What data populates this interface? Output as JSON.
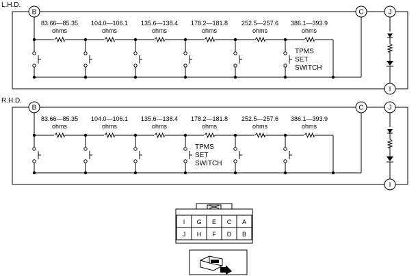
{
  "diagram": {
    "sections": [
      {
        "label": "L.H.D.",
        "switch_index": 5,
        "switch_label": [
          "TPMS",
          "SET",
          "SWITCH"
        ]
      },
      {
        "label": "R.H.D.",
        "switch_index": 3,
        "switch_label": [
          "TPMS",
          "SET",
          "SWITCH"
        ]
      }
    ],
    "resistors": [
      {
        "range": "83.66—85.35",
        "unit": "ohms"
      },
      {
        "range": "104.0—106.1",
        "unit": "ohms"
      },
      {
        "range": "135.6—138.4",
        "unit": "ohms"
      },
      {
        "range": "178.2—181.8",
        "unit": "ohms"
      },
      {
        "range": "252.5—257.6",
        "unit": "ohms"
      },
      {
        "range": "386.1—393.9",
        "unit": "ohms"
      }
    ],
    "nodes": {
      "b": "B",
      "c": "C",
      "j": "J",
      "i": "I"
    },
    "connector": {
      "row1": [
        "I",
        "G",
        "E",
        "C",
        "A"
      ],
      "row2": [
        "J",
        "H",
        "F",
        "D",
        "B"
      ]
    }
  }
}
